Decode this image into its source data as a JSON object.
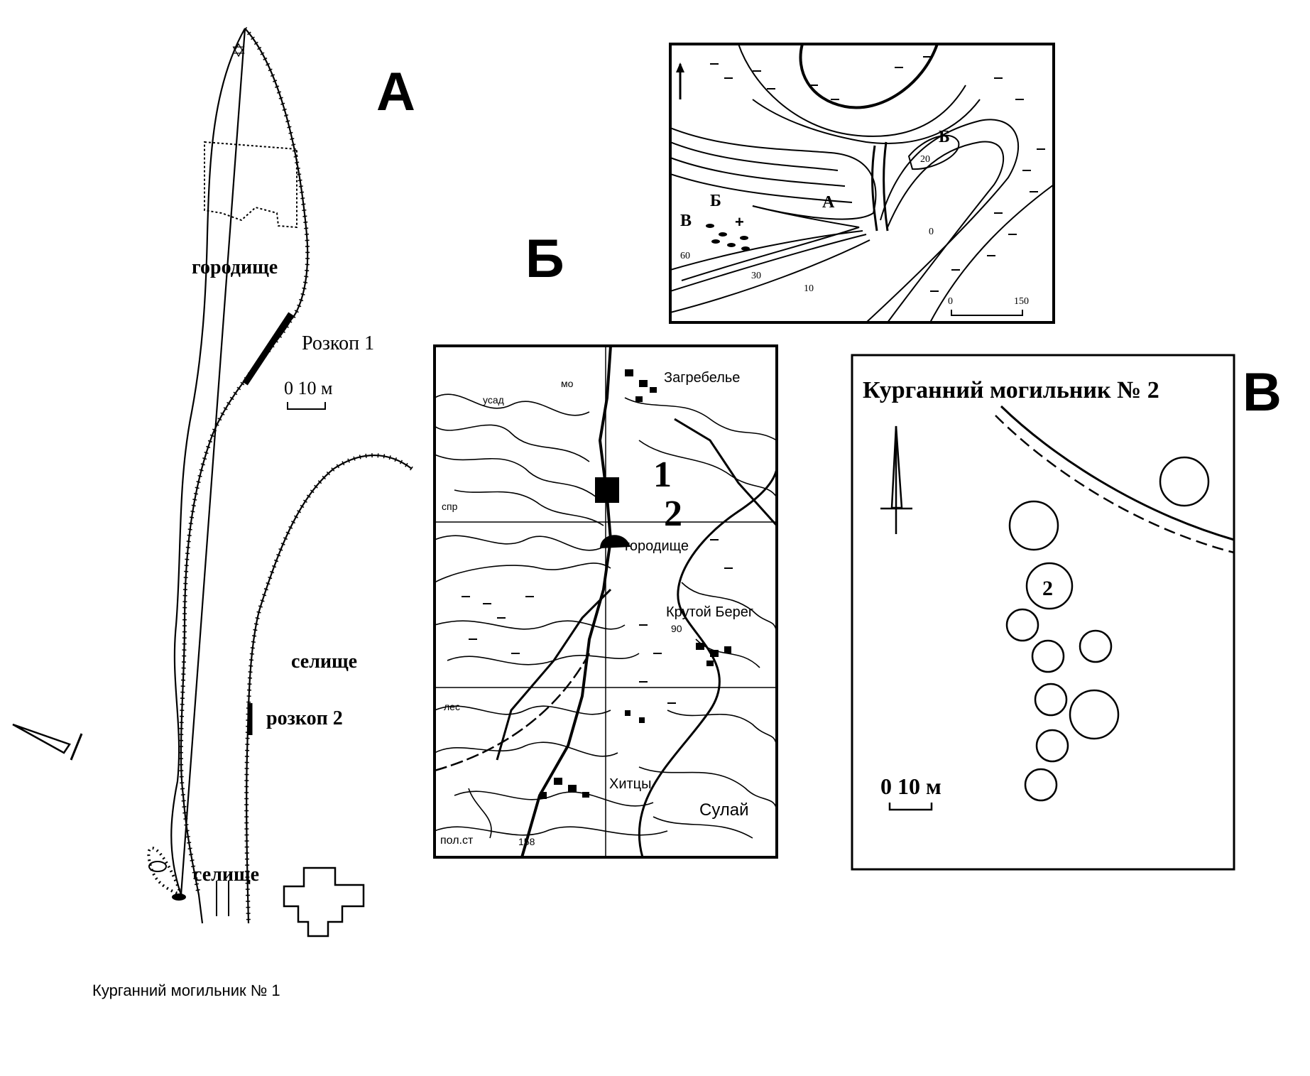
{
  "panel_labels": {
    "a": "А",
    "b": "Б",
    "c": "В"
  },
  "plan_a": {
    "gorodyshche": "городище",
    "dig1": "Розкоп 1",
    "scale": "0 10 м",
    "selyshche_mid": "селище",
    "dig2": "розкоп 2",
    "selyshche_bottom": "селище"
  },
  "contour_map": {
    "marks": {
      "a": "А",
      "b_left": "Б",
      "b_right": "Б",
      "v": "В"
    },
    "elevations": {
      "e20": "20",
      "e60": "60",
      "e30": "30",
      "e10": "10",
      "e0": "0"
    },
    "scale": {
      "start": "0",
      "end": "150"
    }
  },
  "topo_map": {
    "places": {
      "zagrebelye": "Загребелье",
      "gorodyshche": "городище",
      "krutoy_bereg": "Крутой Берег",
      "khitsy": "Хитцы",
      "sulai": "Сулай"
    },
    "markers": {
      "m1": "1",
      "m2": "2"
    },
    "small": {
      "usad": "усад",
      "mo": "мо",
      "spr": "спр",
      "v90": "90",
      "les": "лес",
      "polst": "пол.ст",
      "v158": "158"
    }
  },
  "burial2": {
    "title": "Курганний могильник № 2",
    "mound_label": "2",
    "scale": "0 10 м"
  },
  "caption": "Курганний могильник № 1"
}
